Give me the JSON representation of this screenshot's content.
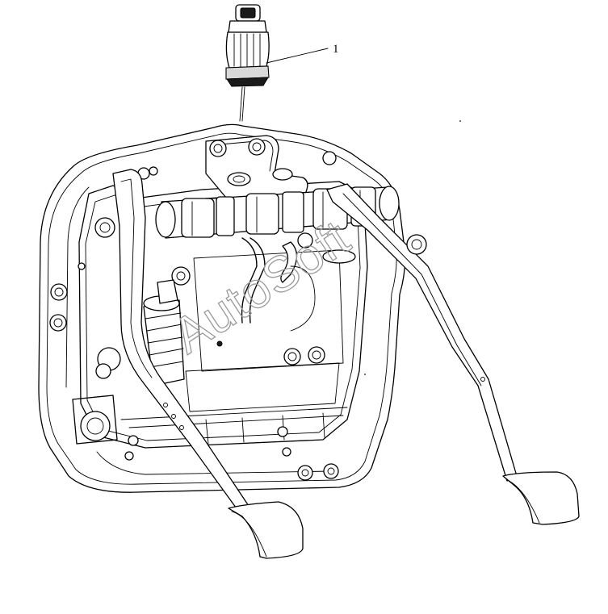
{
  "callouts": [
    {
      "number": "1",
      "part": "sensor-connector"
    }
  ],
  "watermark": "AutoSoft",
  "colors": {
    "line": "#000000",
    "background": "#ffffff",
    "watermark": "#9a9a9a"
  }
}
